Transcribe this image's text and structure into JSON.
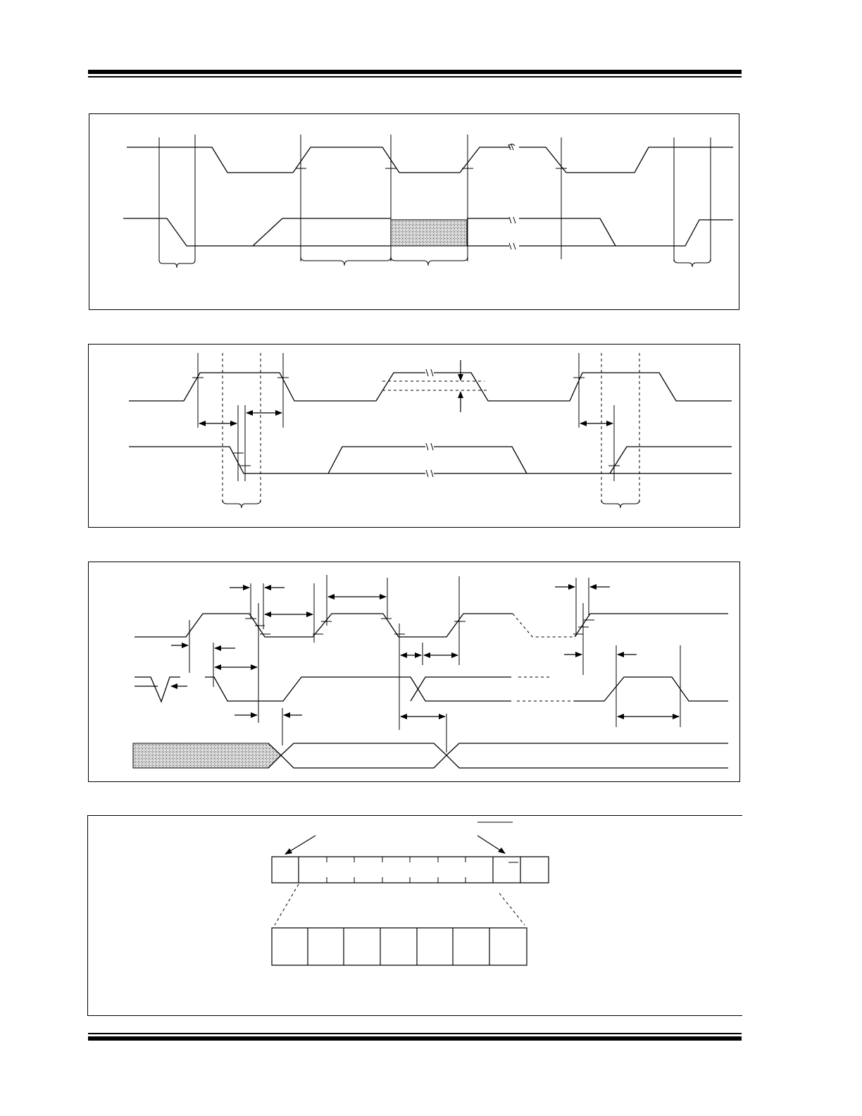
{
  "header": {},
  "footer": {},
  "figures": [
    {
      "id": "timing-diagram-1"
    },
    {
      "id": "timing-diagram-2"
    },
    {
      "id": "timing-diagram-3"
    },
    {
      "id": "register-diagram"
    }
  ]
}
